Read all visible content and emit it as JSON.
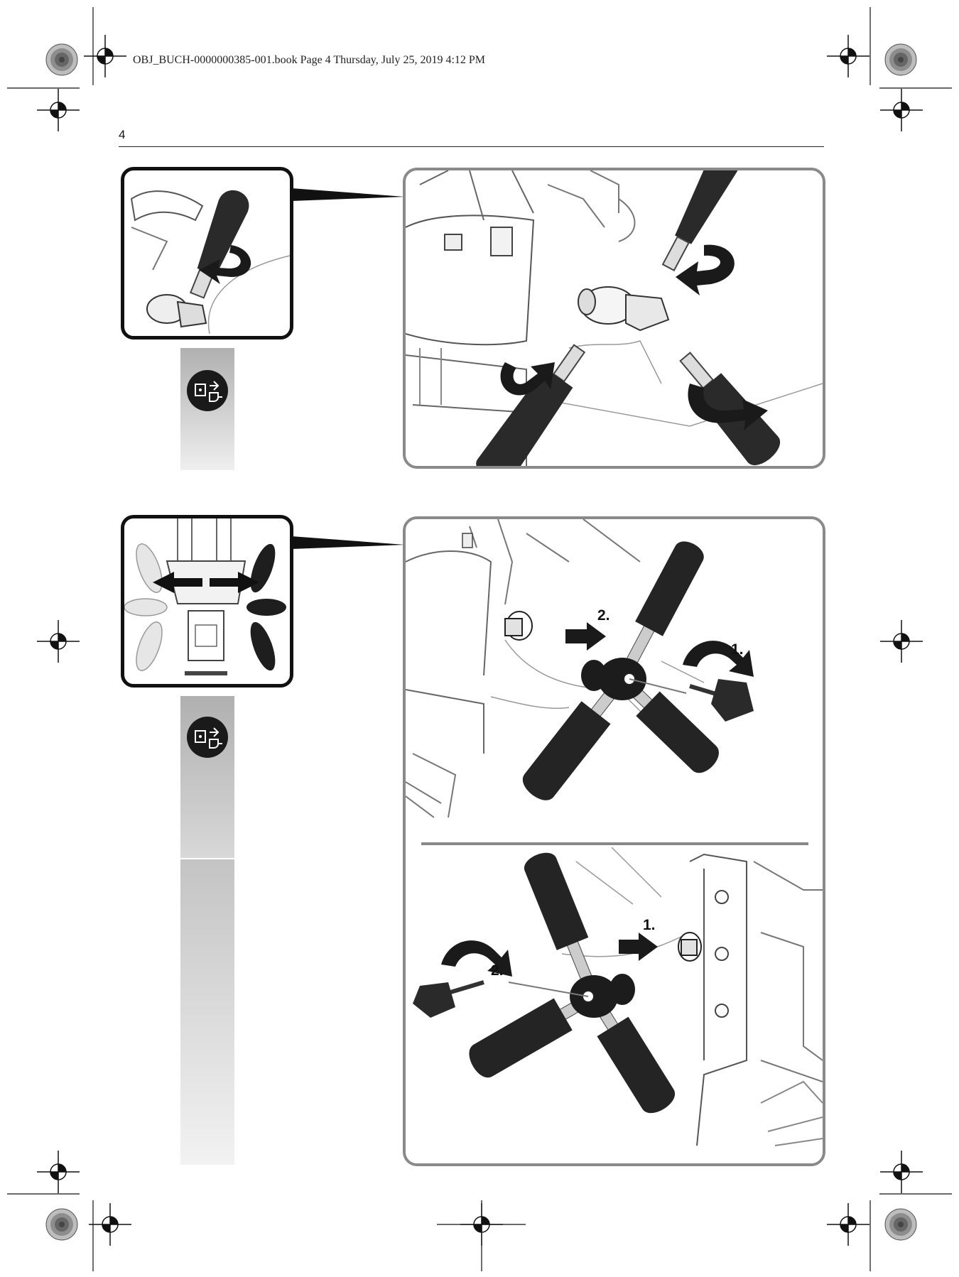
{
  "print_header": "OBJ_BUCH-0000000385-001.book  Page 4  Thursday, July 25, 2019  4:12 PM",
  "page_number": "4",
  "figure2": {
    "upper_steps": [
      "2.",
      "1."
    ],
    "lower_steps": [
      "1.",
      "2."
    ]
  },
  "icons": {
    "mains_plug": "unplug-mains-icon",
    "crop_mark": "registration-crosshair-icon",
    "color_target": "color-registration-target-icon"
  },
  "colors": {
    "frame": "#8a8a8a",
    "inset": "#111111",
    "handle": "#2a2a2a",
    "strip": "#bdbdbd"
  }
}
